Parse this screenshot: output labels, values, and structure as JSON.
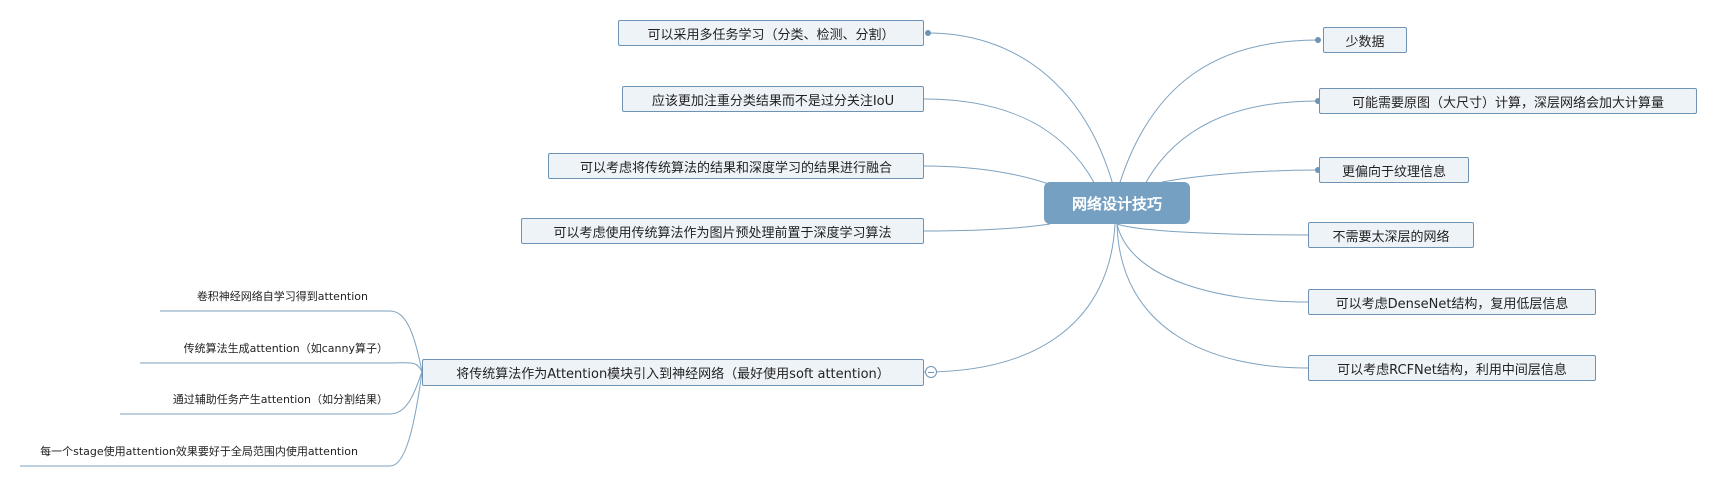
{
  "root": {
    "label": "网络设计技巧"
  },
  "left_branches": [
    {
      "label": "可以采用多任务学习（分类、检测、分割）"
    },
    {
      "label": "应该更加注重分类结果而不是过分关注IoU"
    },
    {
      "label": "可以考虑将传统算法的结果和深度学习的结果进行融合"
    },
    {
      "label": "可以考虑使用传统算法作为图片预处理前置于深度学习算法"
    },
    {
      "label": "将传统算法作为Attention模块引入到神经网络（最好使用soft attention）",
      "children": [
        {
          "label": "卷积神经网络自学习得到attention"
        },
        {
          "label": "传统算法生成attention（如canny算子）"
        },
        {
          "label": "通过辅助任务产生attention（如分割结果）"
        },
        {
          "label": "每一个stage使用attention效果要好于全局范围内使用attention"
        }
      ]
    }
  ],
  "right_branches": [
    {
      "label": "少数据"
    },
    {
      "label": "可能需要原图（大尺寸）计算，深层网络会加大计算量"
    },
    {
      "label": "更偏向于纹理信息"
    },
    {
      "label": "不需要太深层的网络"
    },
    {
      "label": "可以考虑DenseNet结构，复用低层信息"
    },
    {
      "label": "可以考虑RCFNet结构，利用中间层信息"
    }
  ],
  "colors": {
    "line": "#6e93b5",
    "root_fill": "#76a0c2",
    "node_fill": "#eef3f8"
  }
}
